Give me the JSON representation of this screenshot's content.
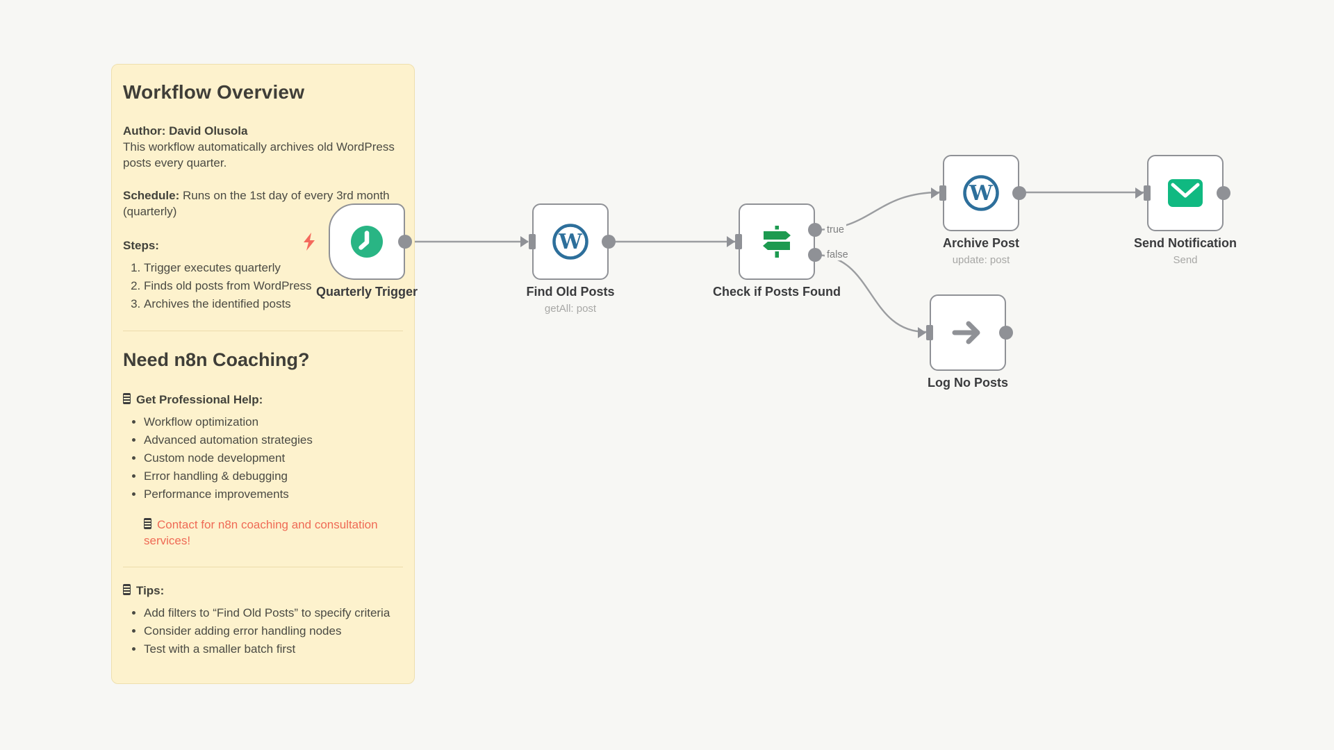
{
  "sticky": {
    "title": "Workflow Overview",
    "author_line": "Author: David Olusola",
    "description": "This workflow automatically archives old WordPress posts every quarter.",
    "schedule_label": "Schedule:",
    "schedule_text": " Runs on the 1st day of every 3rd month (quarterly)",
    "steps_label": "Steps:",
    "steps": [
      "Trigger executes quarterly",
      "Finds old posts from WordPress",
      "Archives the identified posts"
    ],
    "coaching_title": "Need n8n Coaching?",
    "help_label": "Get Professional Help:",
    "help_items": [
      "Workflow optimization",
      "Advanced automation strategies",
      "Custom node development",
      "Error handling & debugging",
      "Performance improvements"
    ],
    "contact_text": "Contact for n8n coaching and consultation services!",
    "tips_label": "Tips:",
    "tips": [
      "Add filters to “Find Old Posts” to specify criteria",
      "Consider adding error handling nodes",
      "Test with a smaller batch first"
    ]
  },
  "nodes": {
    "trigger": {
      "label": "Quarterly Trigger",
      "subtitle": "",
      "icon": "clock"
    },
    "find": {
      "label": "Find Old Posts",
      "subtitle": "getAll: post",
      "icon": "wordpress"
    },
    "check": {
      "label": "Check if Posts Found",
      "subtitle": "",
      "icon": "signpost"
    },
    "archive": {
      "label": "Archive Post",
      "subtitle": "update: post",
      "icon": "wordpress"
    },
    "notify": {
      "label": "Send Notification",
      "subtitle": "Send",
      "icon": "envelope"
    },
    "log": {
      "label": "Log No Posts",
      "subtitle": "",
      "icon": "arrow-right"
    }
  },
  "ports": {
    "true_label": "true",
    "false_label": "false"
  },
  "colors": {
    "canvas_bg": "#f7f7f4",
    "sticky_bg": "#fdf2cd",
    "sticky_border": "#eedfae",
    "node_border": "#8f9196",
    "wire": "#9b9da0",
    "green": "#29b584",
    "envelope_green": "#10b981",
    "signpost_green": "#1d9a50",
    "wordpress_blue": "#2d6f9b",
    "bolt_red": "#f4695c",
    "contact_red": "#ef6a55"
  }
}
